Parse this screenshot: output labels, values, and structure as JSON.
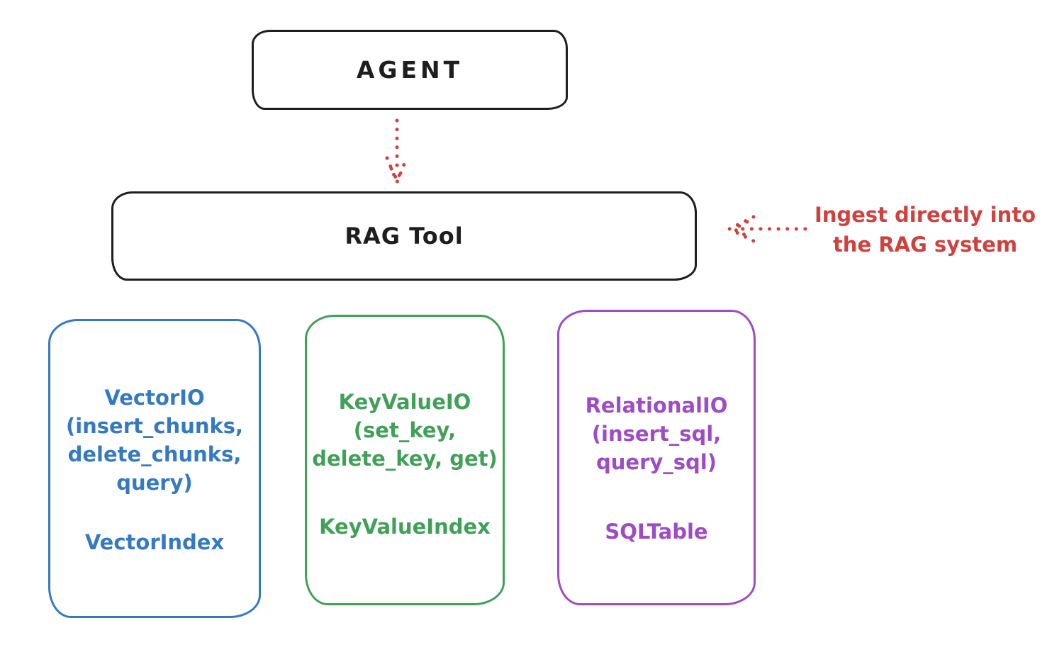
{
  "diagram": {
    "title_context": "RAG Tool architecture sketch",
    "colors": {
      "stroke_black": "#1e1e1e",
      "accent_red": "#d0413e",
      "vector_blue": "#3579c1",
      "keyvalue_green": "#41a058",
      "relational_purple": "#9e4bc6",
      "background": "#ffffff"
    },
    "nodes": {
      "agent": {
        "label": "AGENT"
      },
      "rag_tool": {
        "label": "RAG Tool"
      }
    },
    "annotation": {
      "line1": "Ingest directly into",
      "line2": "the RAG system"
    },
    "storage_boxes": [
      {
        "id": "vector-io",
        "lines": [
          "VectorIO",
          "(insert_chunks,",
          "delete_chunks,",
          "query)"
        ],
        "index_name": "VectorIndex"
      },
      {
        "id": "keyvalue-io",
        "lines": [
          "KeyValueIO",
          "(set_key,",
          "delete_key, get)"
        ],
        "index_name": "KeyValueIndex"
      },
      {
        "id": "relational-io",
        "lines": [
          "RelationalIO",
          "(insert_sql,",
          "query_sql)"
        ],
        "index_name": "SQLTable"
      }
    ],
    "arrows": [
      {
        "id": "agent-to-ragtool",
        "style": "dotted",
        "direction": "down"
      },
      {
        "id": "annotation-to-ragtool",
        "style": "dotted",
        "direction": "left"
      }
    ]
  }
}
